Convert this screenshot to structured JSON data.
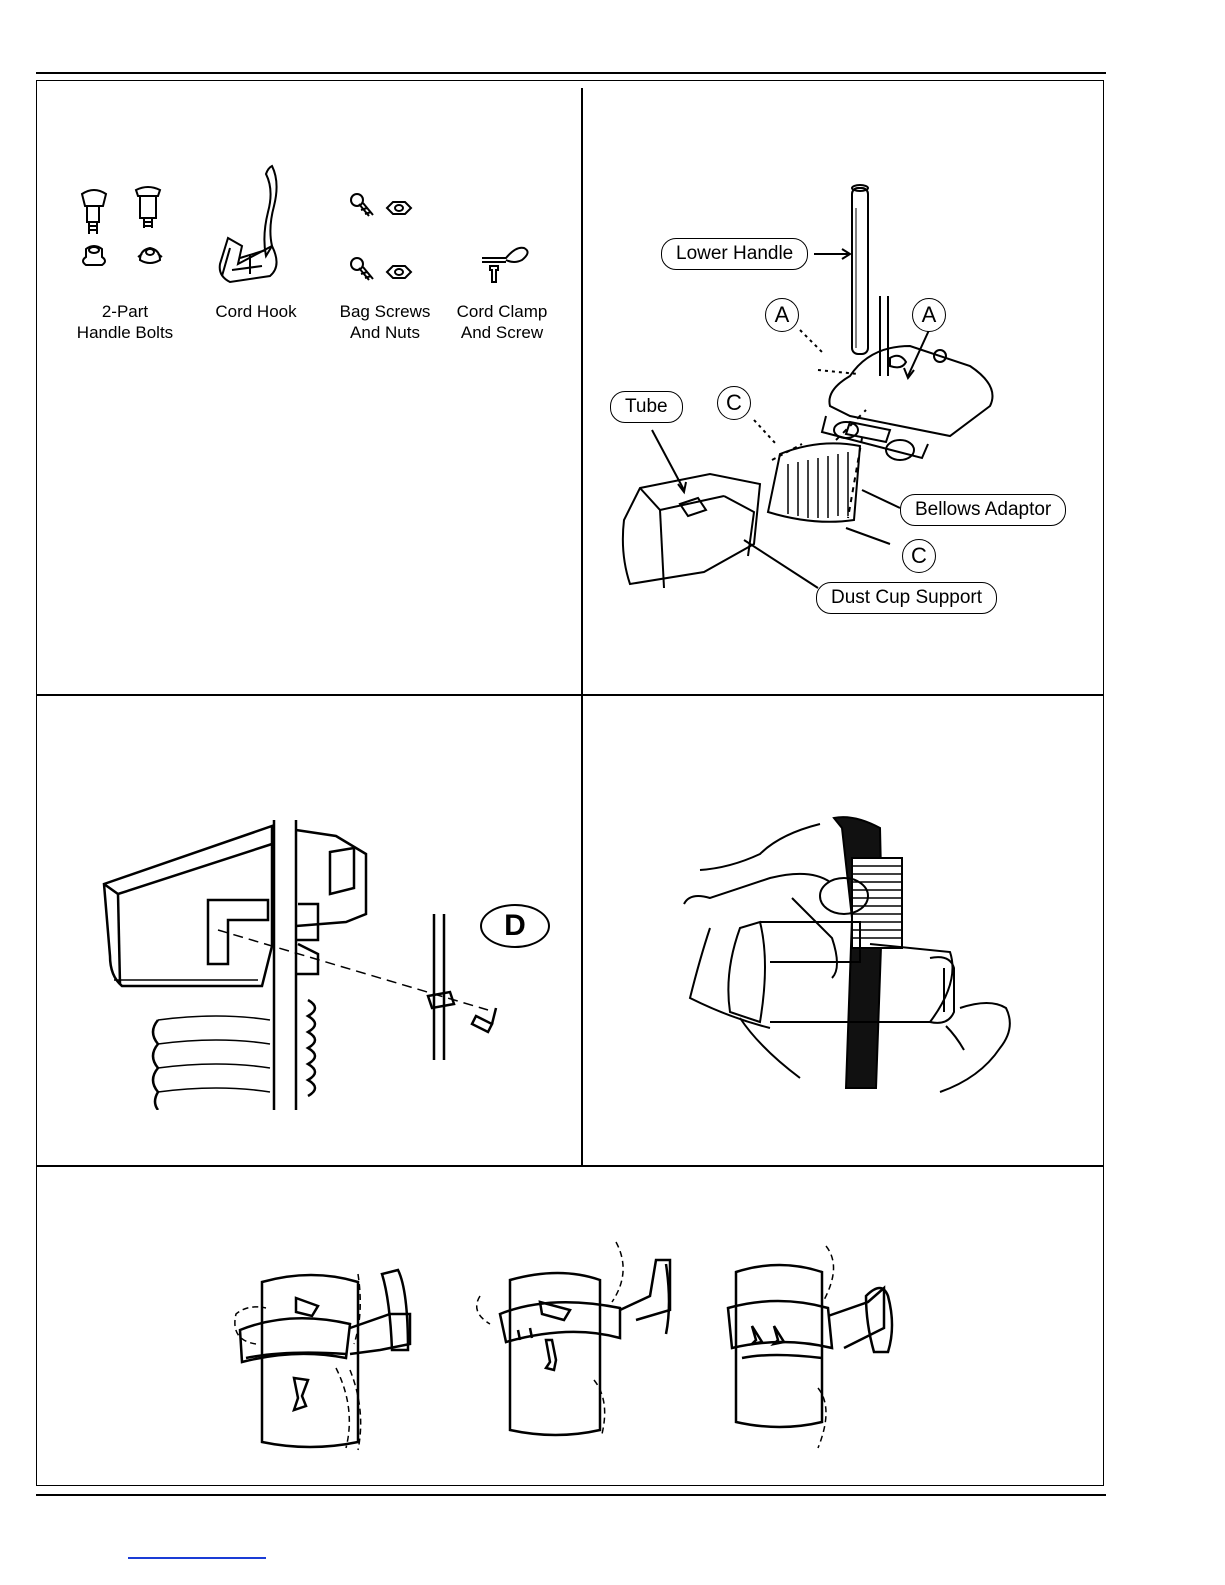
{
  "parts_panel": {
    "captions": [
      {
        "line1": "2-Part",
        "line2": "Handle Bolts",
        "icon": "handle-bolts"
      },
      {
        "line1": "Cord Hook",
        "line2": "",
        "icon": "cord-hook"
      },
      {
        "line1": "Bag Screws",
        "line2": "And Nuts",
        "icon": "bag-screws-nuts"
      },
      {
        "line1": "Cord Clamp",
        "line2": "And Screw",
        "icon": "cord-clamp-screw"
      }
    ]
  },
  "assembly_panel": {
    "callouts": {
      "lower_handle": "Lower Handle",
      "tube": "Tube",
      "bellows_adaptor": "Bellows Adaptor",
      "dust_cup_support": "Dust Cup Support"
    },
    "letters": {
      "a": "A",
      "c": "C"
    }
  },
  "dust_cup_panel": {
    "letters": {
      "d": "D"
    }
  },
  "colors": {
    "line": "#000000",
    "link": "#1a3cd6"
  }
}
